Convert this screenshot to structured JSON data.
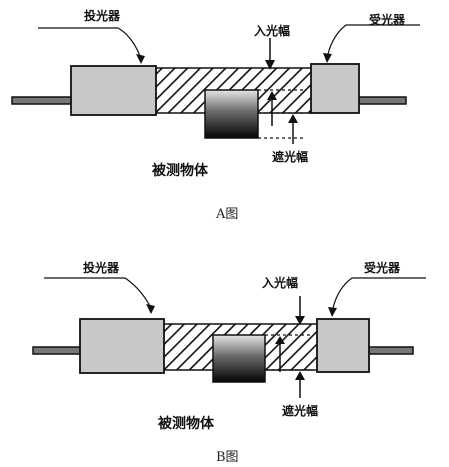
{
  "figure_a": {
    "emitter_label": "投光器",
    "receiver_label": "受光器",
    "incident_width_label": "入光幅",
    "blocked_width_label": "遮光幅",
    "object_label": "被测物体",
    "caption": "A图"
  },
  "figure_b": {
    "emitter_label": "投光器",
    "receiver_label": "受光器",
    "incident_width_label": "入光幅",
    "blocked_width_label": "遮光幅",
    "object_label": "被测物体",
    "caption": "B图"
  },
  "colors": {
    "box_fill": "#c8c8c8",
    "outline": "#111111",
    "object_dark": "#0a0a0a",
    "object_light": "#e6e6e6"
  }
}
